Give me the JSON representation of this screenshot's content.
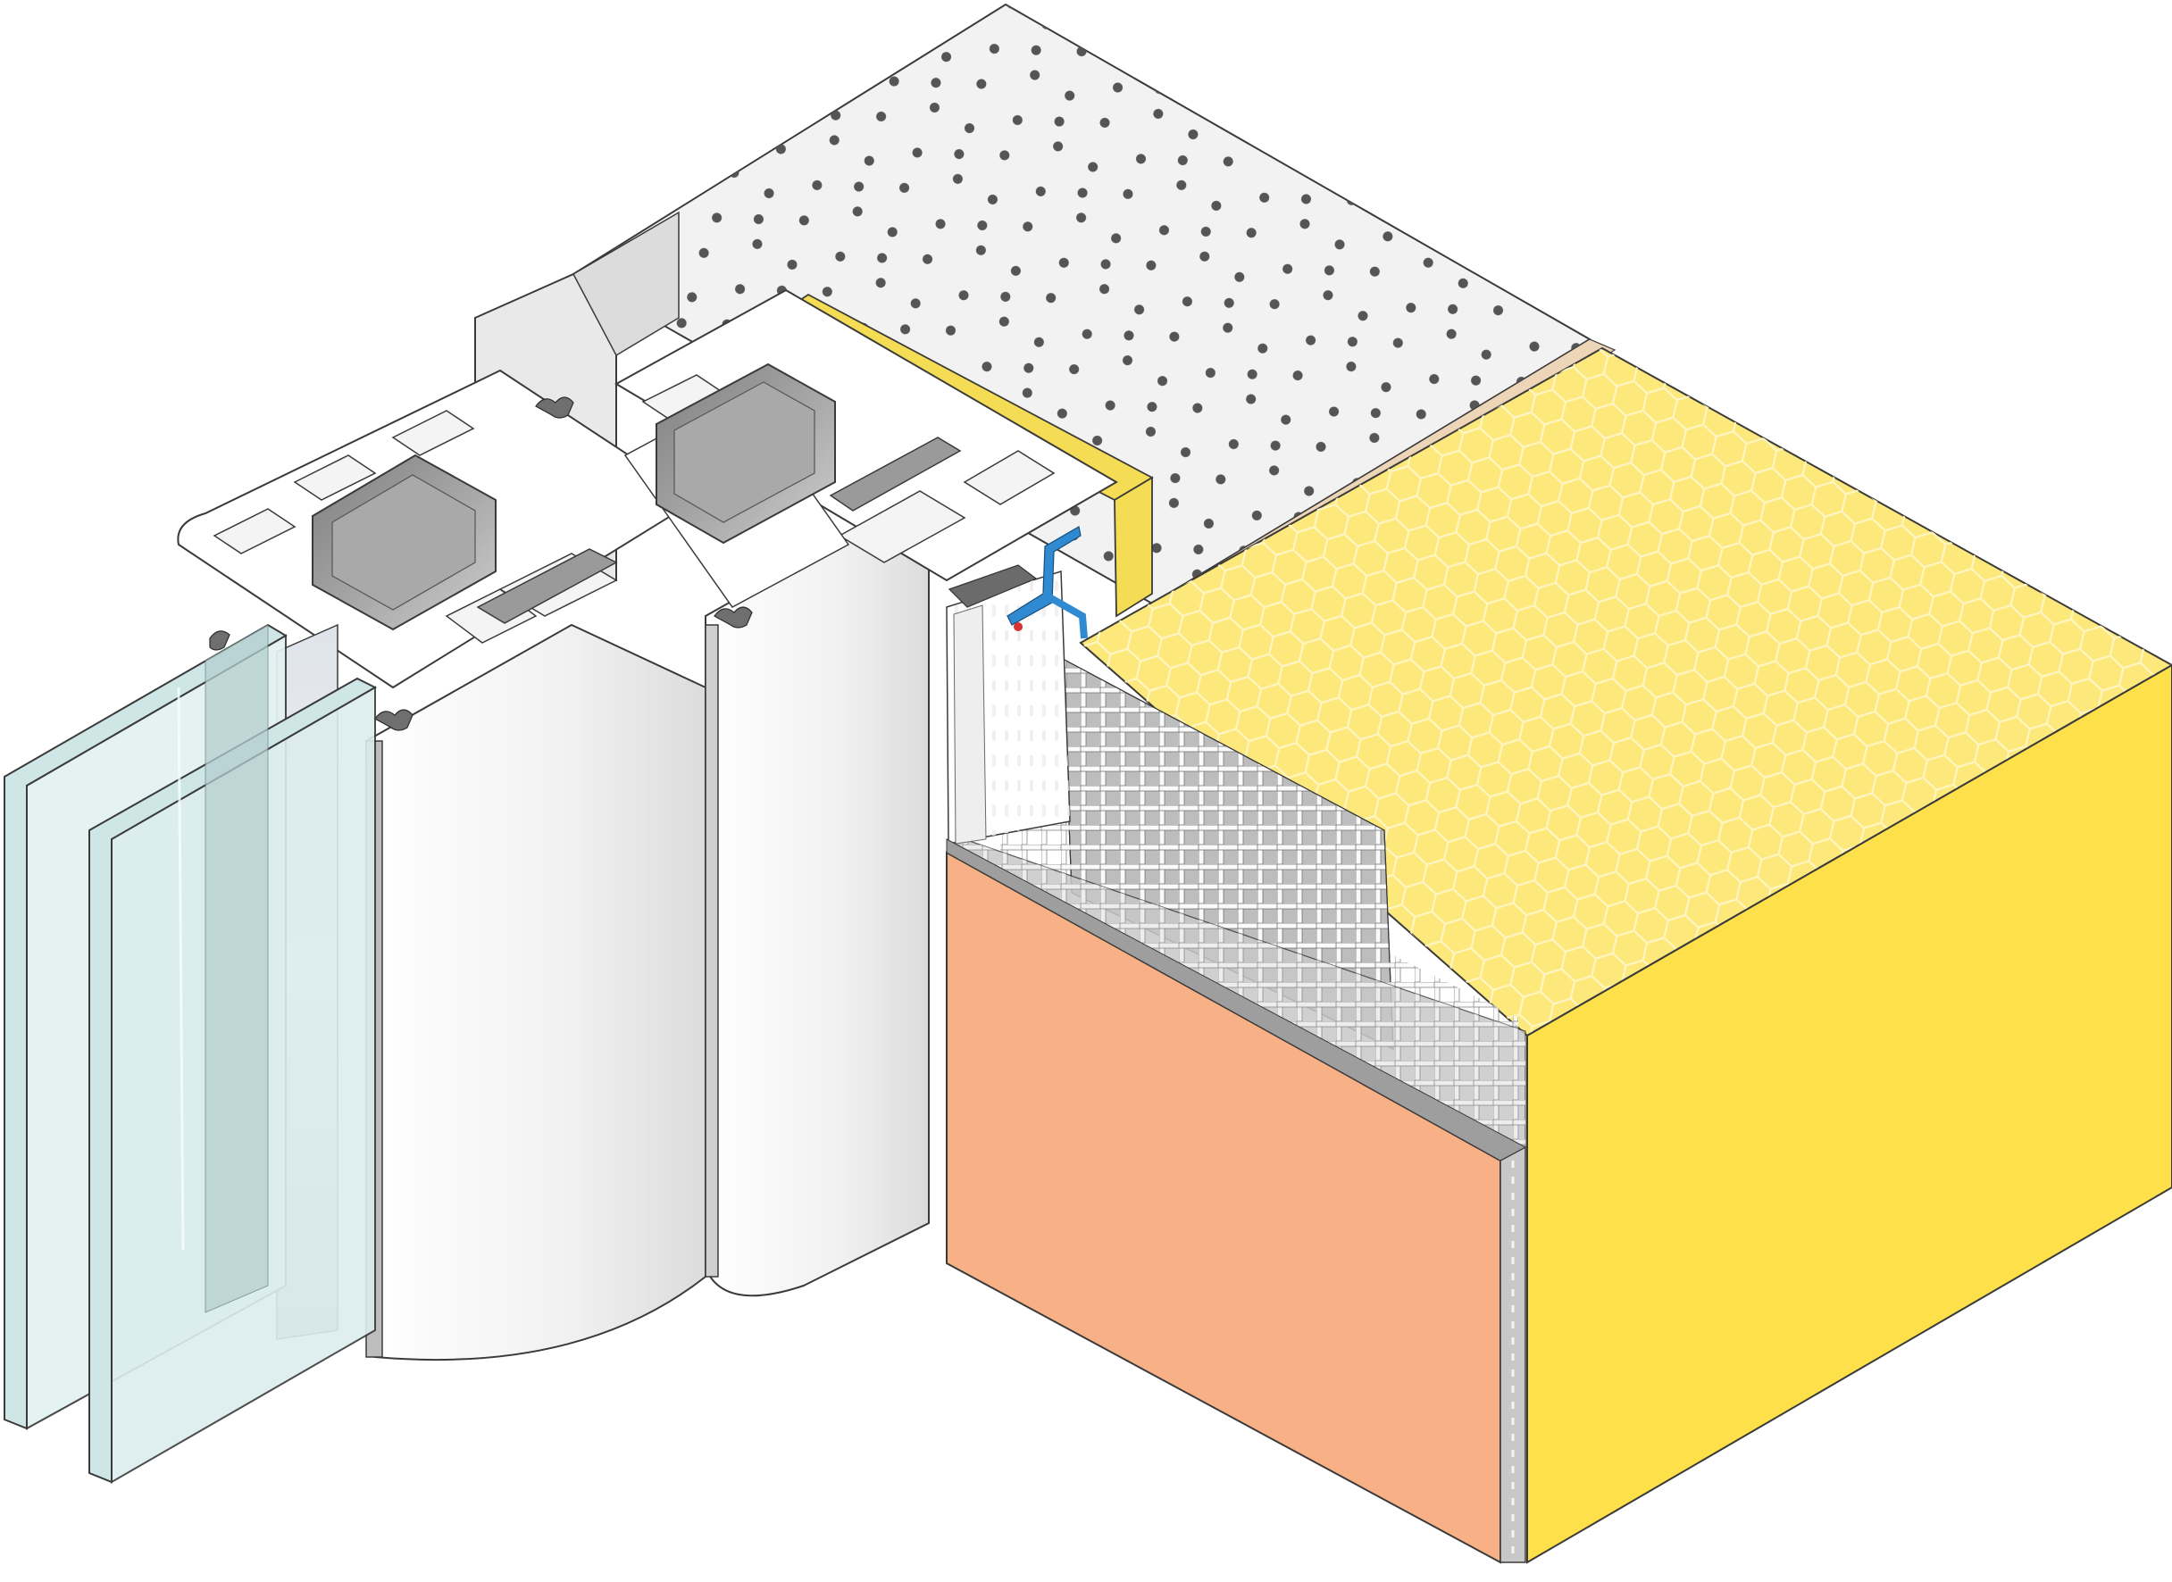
{
  "palette": {
    "outline": "#3a3a3a",
    "wall_top": "#f2f2f2",
    "wall_dot": "#555555",
    "wall_front": "#e6e6e6",
    "insulation_top": "#fde87c",
    "insulation_side": "#fee04a",
    "insulation_hex": "#fff3b3",
    "render_coat": "#f8b186",
    "joint_strip": "#edd5b8",
    "frame_white": "#ffffff",
    "frame_shade": "#e4e4e4",
    "steel_dark": "#8f8f8f",
    "steel_mid": "#b3b3b3",
    "steel_light": "#d4d4d4",
    "glass_light": "#e2f1f1",
    "glass_mid": "#cfe6e7",
    "glass_edge": "#9bb5b4",
    "spacer": "#c9cfd8",
    "yellow_profile": "#f4dc55",
    "sealing_tape": "#2f8ad1",
    "mesh": "#f5f5f5",
    "profile_grey": "#c8c8c8",
    "seal_red": "#d93030"
  },
  "components": [
    {
      "id": "masonry-wall",
      "icon": "dotted-slab-icon"
    },
    {
      "id": "thermal-insulation",
      "icon": "honeycomb-block-icon"
    },
    {
      "id": "render-coat",
      "icon": "plaster-layer-icon"
    },
    {
      "id": "window-frame-profile",
      "icon": "pvc-profile-icon"
    },
    {
      "id": "steel-reinforcement",
      "icon": "steel-core-icon"
    },
    {
      "id": "double-glazing",
      "icon": "glass-pane-icon"
    },
    {
      "id": "connection-profile-with-mesh",
      "icon": "mesh-profile-icon"
    },
    {
      "id": "sealing-tape",
      "icon": "tape-strip-icon"
    }
  ]
}
